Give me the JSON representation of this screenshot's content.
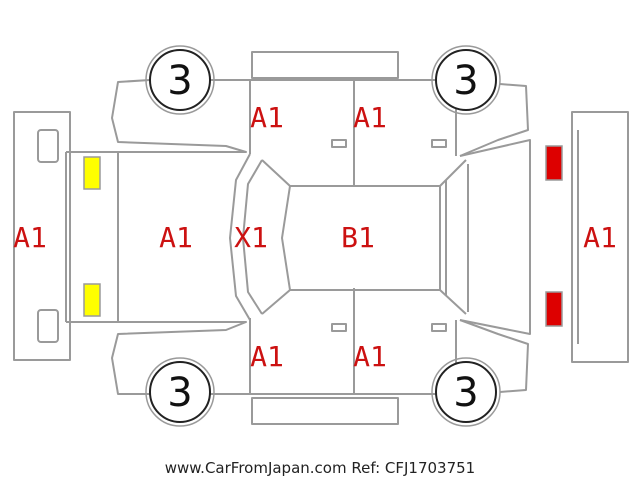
{
  "diagram": {
    "footer": "www.CarFromJapan.com Ref: CFJ1703751",
    "wheels": {
      "front_left": "3",
      "rear_left": "3",
      "front_right": "3",
      "rear_right": "3"
    },
    "codes": {
      "front_bumper": "A1",
      "hood": "A1",
      "windshield": "X1",
      "roof": "B1",
      "rear_bumper": "A1",
      "front_door_top": "A1",
      "rear_door_top": "A1",
      "front_door_bottom": "A1",
      "rear_door_bottom": "A1"
    },
    "colors": {
      "code_text": "#cc1111",
      "headlight_marker": "#ffff00",
      "taillight_marker": "#dd0000",
      "outline": "#9a9a9a"
    }
  }
}
